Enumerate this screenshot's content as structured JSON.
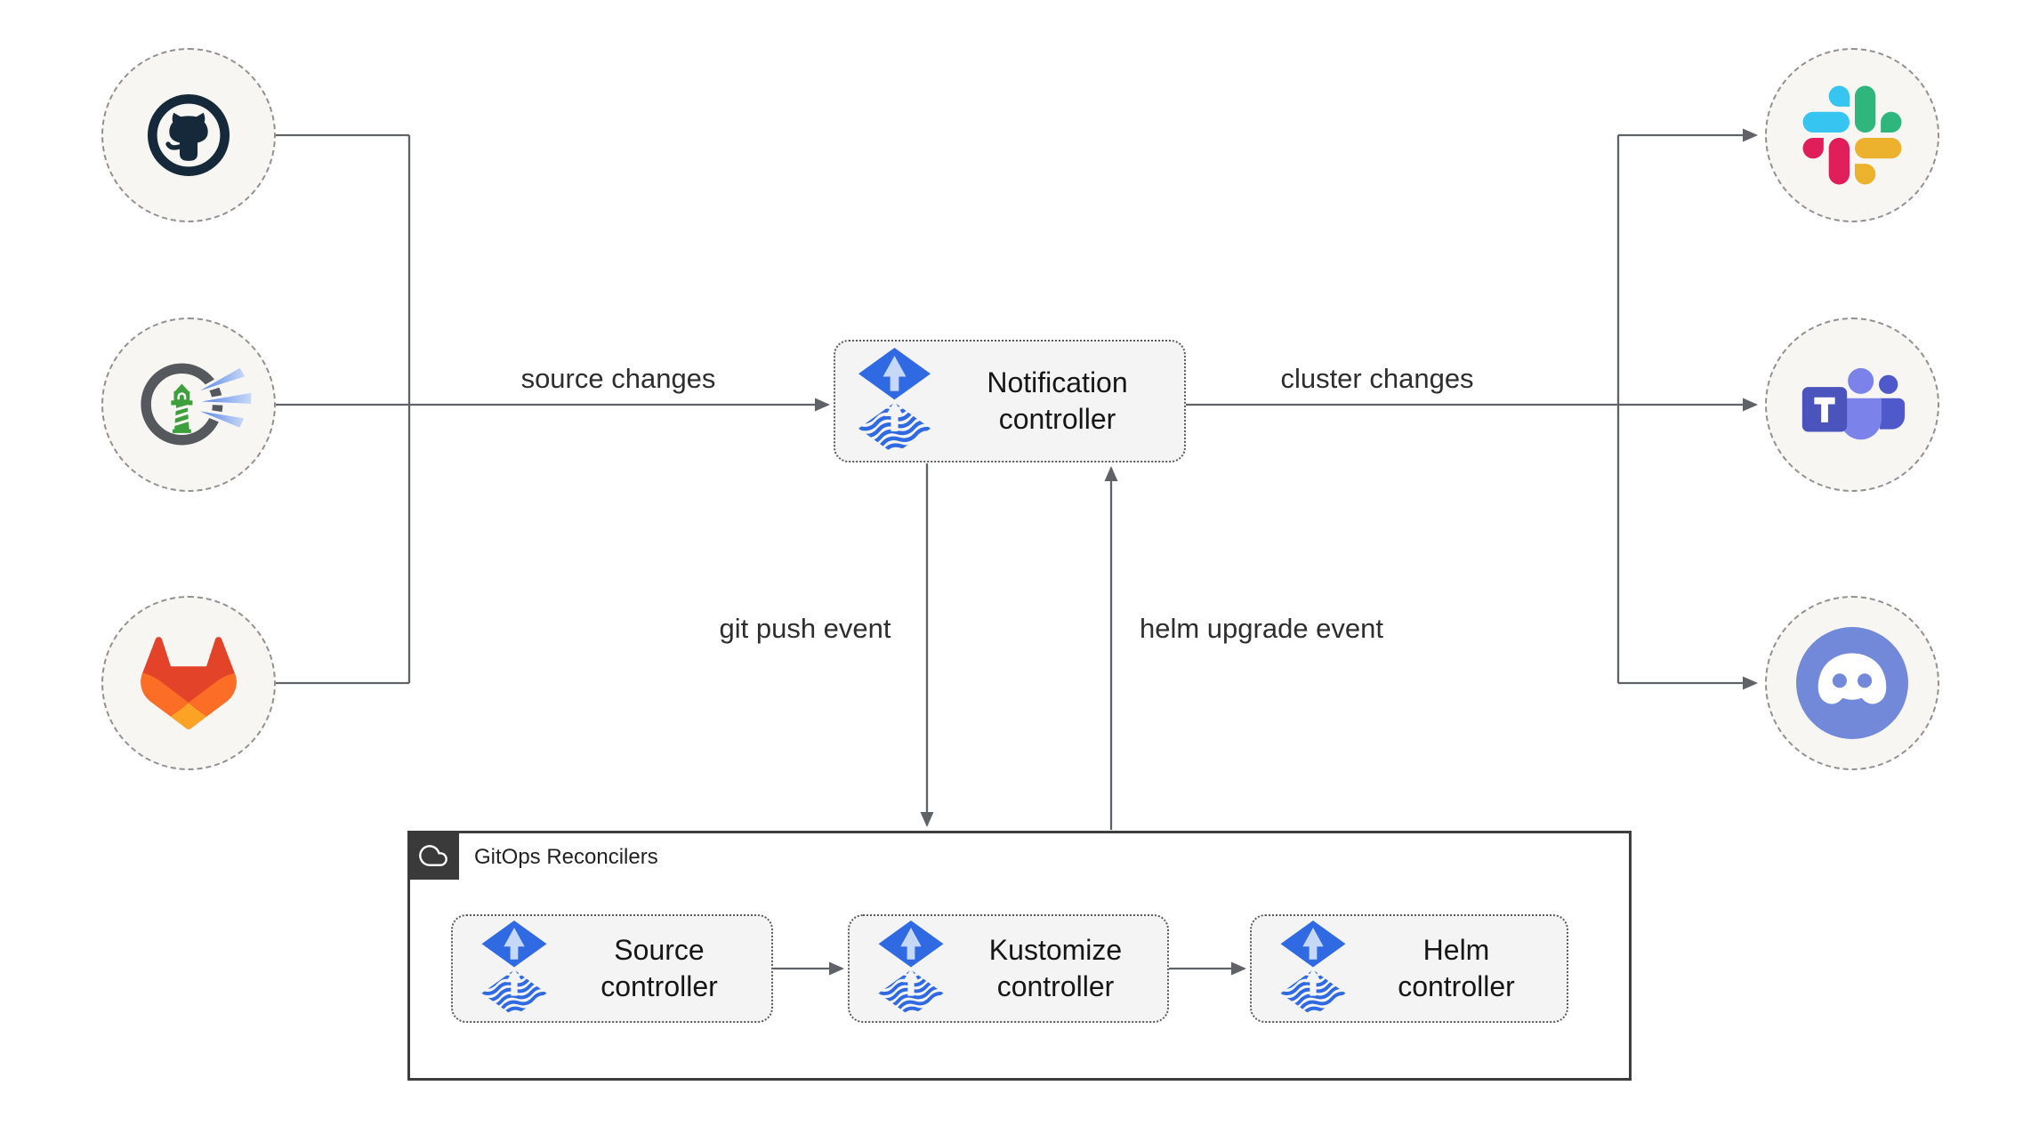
{
  "diagram": {
    "notification": {
      "line1": "Notification",
      "line2": "controller"
    },
    "edges": {
      "source_changes": "source changes",
      "cluster_changes": "cluster changes",
      "git_push_event": "git push event",
      "helm_upgrade_event": "helm upgrade event"
    },
    "gitops": {
      "title": "GitOps Reconcilers",
      "controllers": [
        {
          "line1": "Source",
          "line2": "controller"
        },
        {
          "line1": "Kustomize",
          "line2": "controller"
        },
        {
          "line1": "Helm",
          "line2": "controller"
        }
      ]
    },
    "sources": [
      {
        "icon": "github-icon"
      },
      {
        "icon": "harbor-icon"
      },
      {
        "icon": "gitlab-icon"
      }
    ],
    "targets": [
      {
        "icon": "slack-icon"
      },
      {
        "icon": "teams-icon"
      },
      {
        "icon": "discord-icon"
      }
    ]
  },
  "colors": {
    "line": "#5f6368",
    "box_bg": "#f4f4f4",
    "box_border": "#5b5b5b",
    "circle_bg": "#f7f6f2",
    "circle_border": "#919191",
    "outer_border": "#3d3d3d",
    "header_bg": "#3a3a3a",
    "text": "#161616",
    "label": "#2e2e2e",
    "flux_blue": "#306ae3",
    "flux_arrow_light": "#c6d8f7",
    "github_dark": "#16293b",
    "harbor_green": "#3da03d",
    "harbor_ring": "#55585c",
    "harbor_beam": "#4d7ee8",
    "gitlab_red": "#e24329",
    "gitlab_orange": "#fc6d26",
    "gitlab_yellow": "#fca326",
    "slack_blue": "#36C5F0",
    "slack_green": "#2EB67D",
    "slack_yellow": "#ECB22E",
    "slack_red": "#E01E5A",
    "teams_dark": "#4b53bc",
    "teams_light": "#7b83eb",
    "teams_mid": "#5059c9",
    "discord_blurple": "#7289da"
  }
}
